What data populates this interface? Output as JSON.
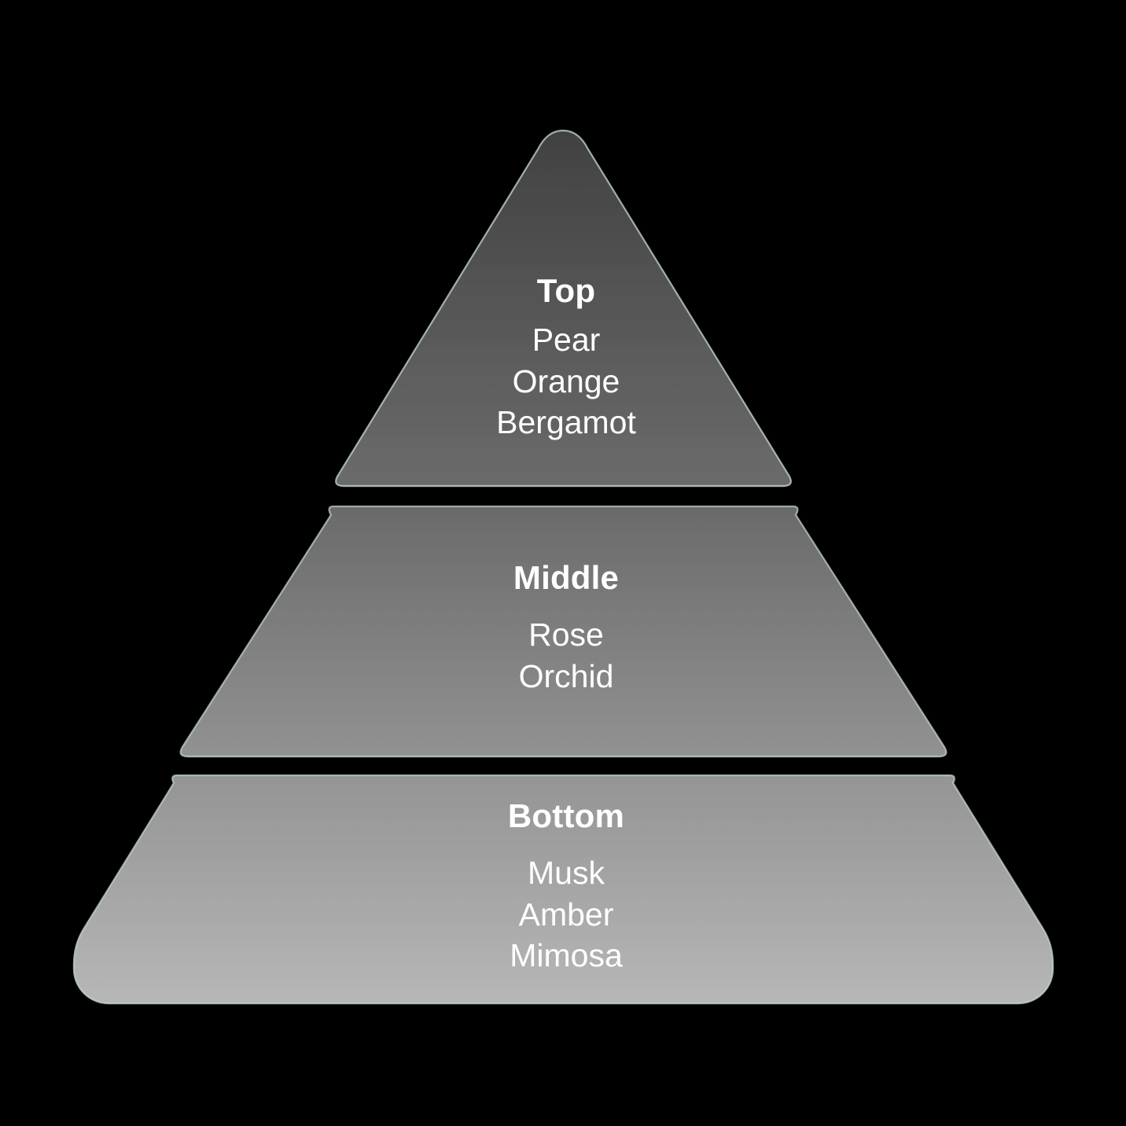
{
  "diagram": {
    "kind": "fragrance-note-pyramid",
    "background_color": "#000000",
    "text_color": "#ffffff",
    "edge_color": "#b9cdd0",
    "tiers": [
      {
        "id": "top",
        "heading": "Top",
        "notes": [
          "Pear",
          "Orange",
          "Bergamot"
        ],
        "fill_top": "#444444",
        "fill_bottom": "#6a6a6a"
      },
      {
        "id": "middle",
        "heading": "Middle",
        "notes": [
          "Rose",
          "Orchid"
        ],
        "fill_top": "#6c6c6c",
        "fill_bottom": "#919191"
      },
      {
        "id": "bottom",
        "heading": "Bottom",
        "notes": [
          "Musk",
          "Amber",
          "Mimosa"
        ],
        "fill_top": "#969696",
        "fill_bottom": "#b6b6b6"
      }
    ]
  },
  "chart_data": {
    "type": "pyramid",
    "title": "",
    "levels": [
      {
        "label": "Top",
        "items": [
          "Pear",
          "Orange",
          "Bergamot"
        ],
        "rank": 1
      },
      {
        "label": "Middle",
        "items": [
          "Rose",
          "Orchid"
        ],
        "rank": 2
      },
      {
        "label": "Bottom",
        "items": [
          "Musk",
          "Amber",
          "Mimosa"
        ],
        "rank": 3
      }
    ]
  }
}
